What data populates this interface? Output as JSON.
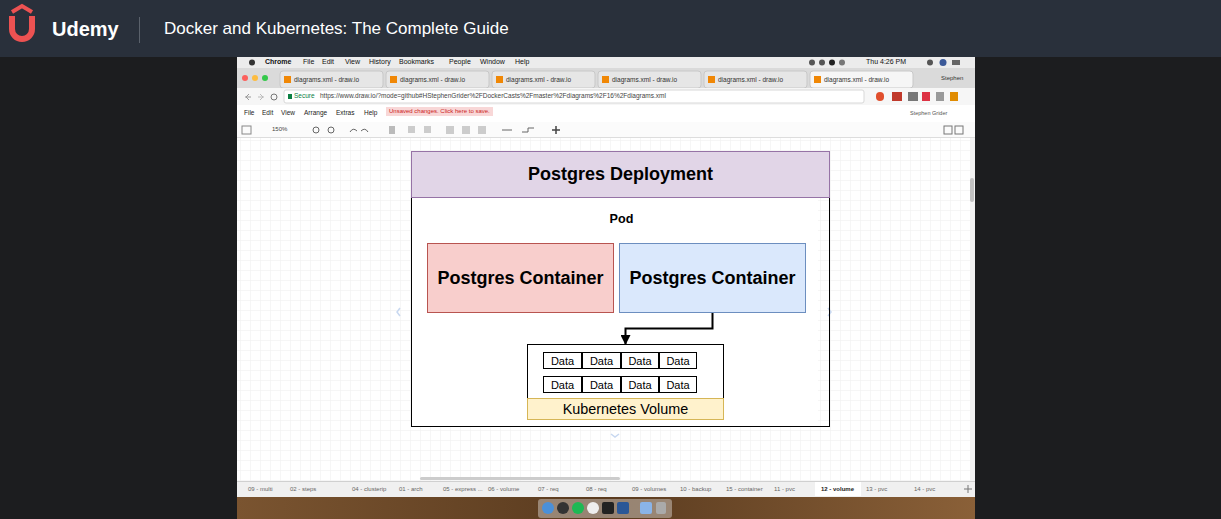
{
  "diagram": {
    "title": "Docker and Kubernetes: The Complete Guide",
    "nodes": [
      {
        "text": [
          "Postgres Deployment"
        ]
      },
      {
        "text": [
          "Pod"
        ],
        "in": 0
      },
      {
        "text": [
          "Postgres Container"
        ],
        "in": 1
      },
      {
        "text": [
          "Postgres Container"
        ],
        "in": 1
      },
      {
        "text": [
          "Kubernetes Volume"
        ],
        "in": 1
      },
      {
        "text": [
          "Data"
        ],
        "in": 4
      },
      {
        "text": [
          "Data"
        ],
        "in": 4
      },
      {
        "text": [
          "Data"
        ],
        "in": 4
      },
      {
        "text": [
          "Data"
        ],
        "in": 4
      },
      {
        "text": [
          "Data"
        ],
        "in": 4
      },
      {
        "text": [
          "Data"
        ],
        "in": 4
      },
      {
        "text": [
          "Data"
        ],
        "in": 4
      },
      {
        "text": [
          "Data"
        ],
        "in": 4
      }
    ],
    "edges": [
      {
        "from": 3,
        "to": 4,
        "arrow": "to"
      }
    ],
    "labels": [
      "Udemy",
      "Chrome",
      "File",
      "Edit",
      "View",
      "History",
      "Bookmarks",
      "People",
      "Window",
      "Help",
      "Thu 4:26 PM",
      "diagrams.xml - draw.io",
      "diagrams.xml - draw.io",
      "diagrams.xml - draw.io",
      "diagrams.xml - draw.io",
      "diagrams.xml - draw.io",
      "diagrams.xml - draw.io",
      "Stephen",
      "Secure",
      "https://www.draw.io/?mode=github#HStephenGrider%2FDockerCasts%2Fmaster%2Fdiagrams%2F16%2Fdiagrams.xml",
      "File",
      "Edit",
      "View",
      "Arrange",
      "Extras",
      "Help",
      "Unsaved changes. Click here to save.",
      "Stephen Grider",
      "150%",
      "09 - multi",
      "02 - steps",
      "04 - clusterip",
      "01 - arch",
      "05 - express ...",
      "06 - volume",
      "07 - req",
      "08 - req",
      "09 - volumes",
      "10 - backup",
      "15 - container",
      "11 - pvc",
      "12 - volume",
      "13 - pvc",
      "14 - pvc"
    ]
  }
}
